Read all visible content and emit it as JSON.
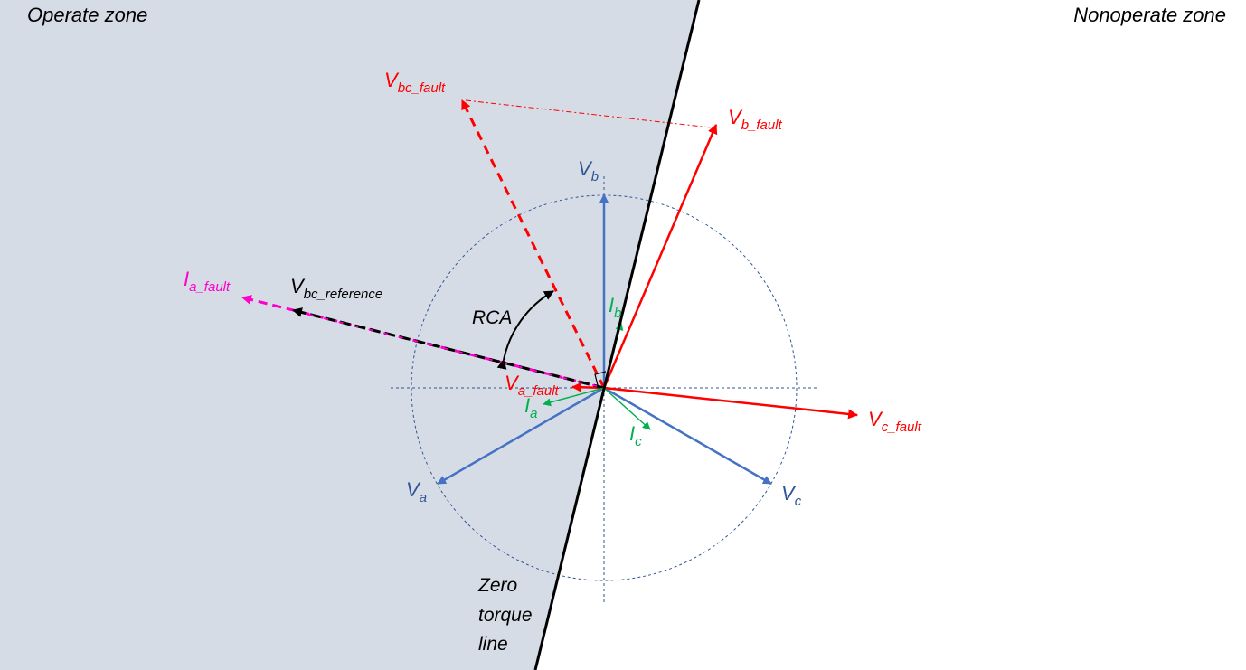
{
  "zones": {
    "operate": "Operate zone",
    "nonoperate": "Nonoperate zone"
  },
  "zero_torque_line": [
    "Zero",
    "torque",
    "line"
  ],
  "angle_label": "RCA",
  "colors": {
    "operate_fill": "#d6dce5",
    "balanced_voltage": "#4472c4",
    "fault_voltage": "#ff0000",
    "current": "#00b050",
    "fault_current": "#ff00cc",
    "reference": "#000000",
    "guide": "#2f5597"
  },
  "phasors": {
    "va": {
      "main": "V",
      "sub": "a"
    },
    "vb": {
      "main": "V",
      "sub": "b"
    },
    "vc": {
      "main": "V",
      "sub": "c"
    },
    "va_fault": {
      "main": "V",
      "sub": "a_fault"
    },
    "vb_fault": {
      "main": "V",
      "sub": "b_fault"
    },
    "vc_fault": {
      "main": "V",
      "sub": "c_fault"
    },
    "vbc_fault": {
      "main": "V",
      "sub": "bc_fault"
    },
    "vbc_reference": {
      "main": "V",
      "sub": "bc_reference"
    },
    "ia_fault": {
      "main": "I",
      "sub": "a_fault"
    },
    "ia": {
      "main": "I",
      "sub": "a"
    },
    "ib": {
      "main": "I",
      "sub": "b"
    },
    "ic": {
      "main": "I",
      "sub": "c"
    }
  }
}
